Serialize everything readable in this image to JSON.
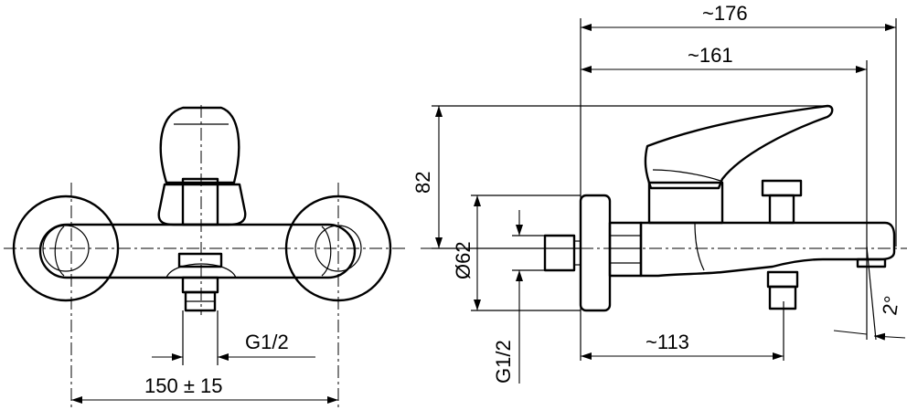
{
  "dimensions": {
    "total_length": "~176",
    "body_length": "~161",
    "height": "82",
    "flange_diameter": "Ø62",
    "side_connection": "G1/2",
    "spout_offset": "~113",
    "tilt_angle": "2°",
    "front_connection": "G1/2",
    "center_distance": "150 ± 15"
  },
  "colors": {
    "line": "#000000",
    "background": "#ffffff"
  }
}
